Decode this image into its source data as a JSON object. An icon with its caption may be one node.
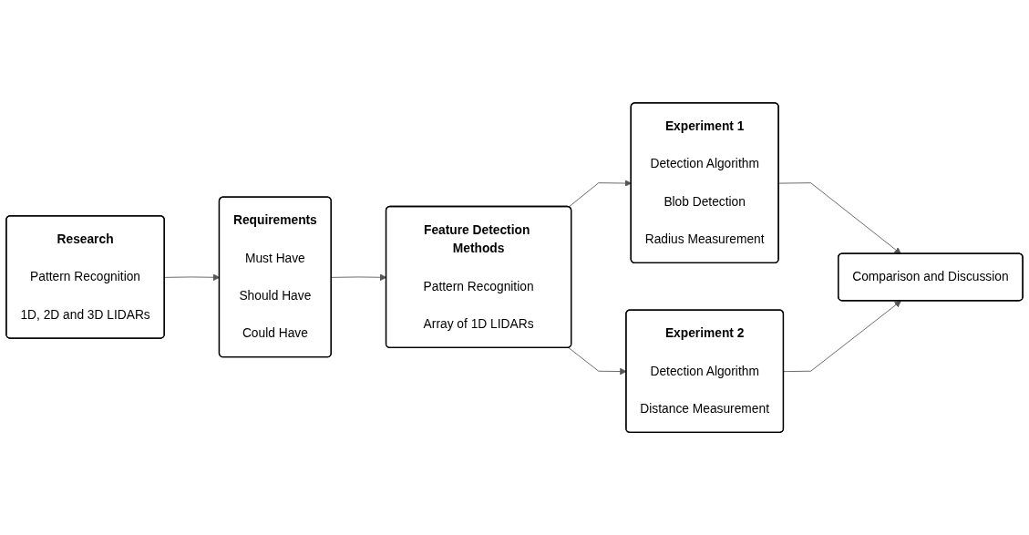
{
  "diagram": {
    "nodes": [
      {
        "text": [
          "Research",
          "Pattern Recognition",
          "1D, 2D and 3D LIDARs"
        ]
      },
      {
        "text": [
          "Requirements",
          "Must Have",
          "Should Have",
          "Could Have"
        ]
      },
      {
        "text": [
          "Feature Detection Methods",
          "Pattern Recognition",
          "Array of 1D LIDARs"
        ]
      },
      {
        "text": [
          "Experiment 1",
          "Detection Algorithm",
          "Blob Detection",
          "Radius Measurement"
        ]
      },
      {
        "text": [
          "Experiment 2",
          "Detection Algorithm",
          "Distance Measurement"
        ]
      },
      {
        "text": [
          "Comparison and Discussion"
        ]
      }
    ],
    "edges": [
      {
        "from": 0,
        "to": 1,
        "arrow": "to"
      },
      {
        "from": 1,
        "to": 2,
        "arrow": "to"
      },
      {
        "from": 2,
        "to": 3,
        "arrow": "to"
      },
      {
        "from": 2,
        "to": 4,
        "arrow": "to"
      },
      {
        "from": 3,
        "to": 5,
        "arrow": "to"
      },
      {
        "from": 4,
        "to": 5,
        "arrow": "to"
      }
    ]
  }
}
